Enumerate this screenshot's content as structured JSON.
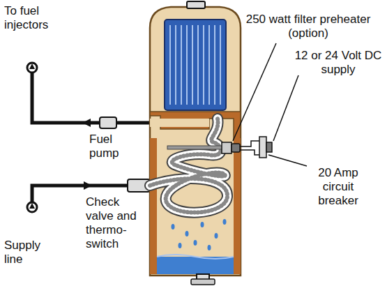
{
  "diagram": {
    "labels": [
      "To fuel injectors",
      "250 watt filter preheater (option)",
      "12 or 24 Volt DC supply",
      "Fuel pump",
      "20 Amp circuit breaker",
      "Check valve and thermo-switch",
      "Supply line"
    ]
  }
}
